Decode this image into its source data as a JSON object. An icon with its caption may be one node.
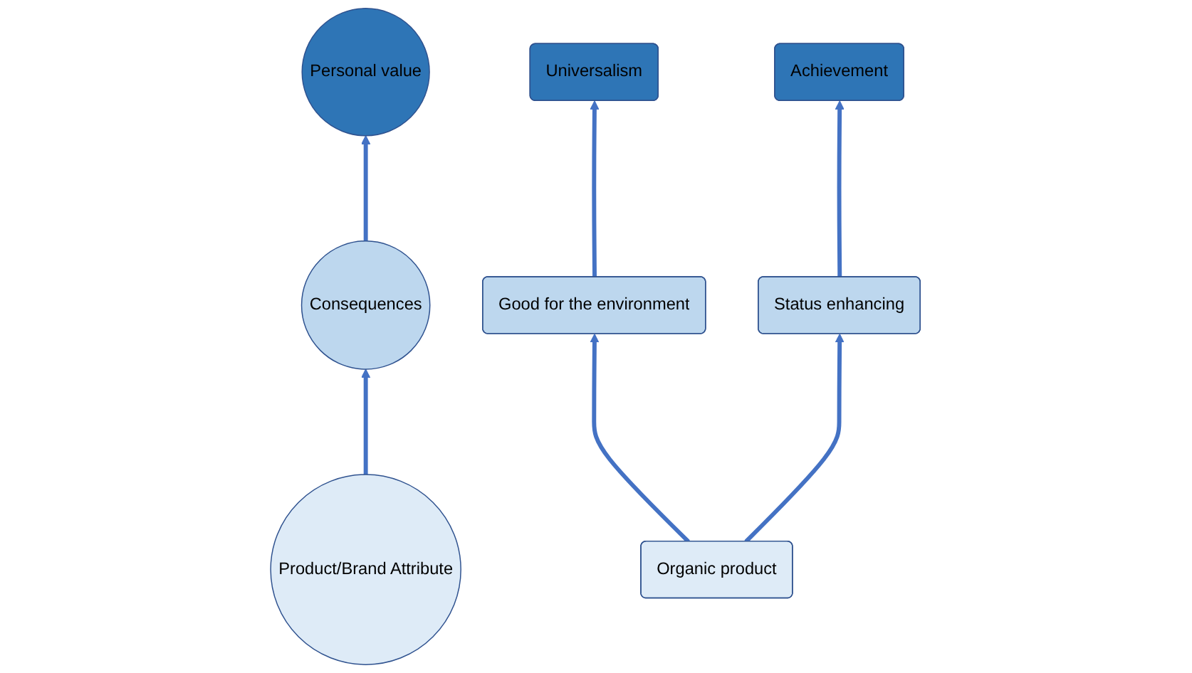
{
  "diagram": {
    "nodes": [
      {
        "text": [
          "Personal value"
        ]
      },
      {
        "text": [
          "Consequences"
        ]
      },
      {
        "text": [
          "Product/Brand Attribute"
        ]
      },
      {
        "text": [
          "Universalism"
        ]
      },
      {
        "text": [
          "Achievement"
        ]
      },
      {
        "text": [
          "Good for the environment"
        ]
      },
      {
        "text": [
          "Status enhancing"
        ]
      },
      {
        "text": [
          "Organic product"
        ]
      }
    ],
    "edges": [
      {
        "from": 1,
        "to": 0,
        "arrow": "to"
      },
      {
        "from": 2,
        "to": 1,
        "arrow": "to"
      },
      {
        "from": 5,
        "to": 3,
        "arrow": "to"
      },
      {
        "from": 6,
        "to": 4,
        "arrow": "to"
      },
      {
        "from": 7,
        "to": 5,
        "arrow": "to"
      },
      {
        "from": 7,
        "to": 6,
        "arrow": "to"
      }
    ]
  }
}
